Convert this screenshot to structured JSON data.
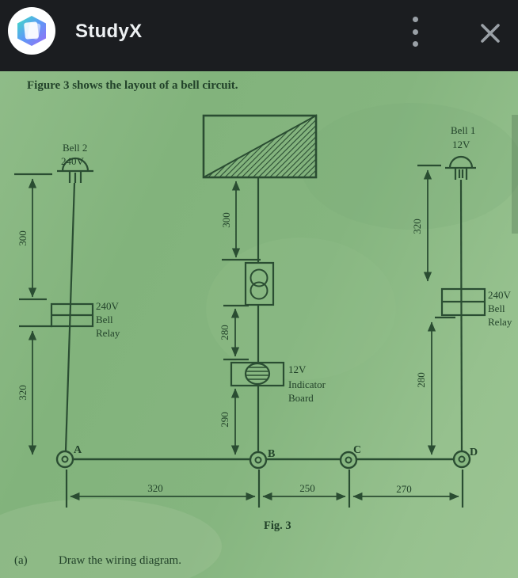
{
  "header": {
    "app_title": "StudyX",
    "bg_color": "#1b1d20",
    "icon_color": "#9aa0a6",
    "logo_gradient": [
      "#3fe0c0",
      "#5b9bf6",
      "#9c6bf6"
    ]
  },
  "figure": {
    "intro": "Figure 3 shows the layout of a bell circuit.",
    "caption": "Fig. 3",
    "paper_color": "#87b781",
    "ink_color": "#2c4e33",
    "components": {
      "bell2": {
        "name": "Bell 2",
        "voltage": "240V"
      },
      "bell1": {
        "name": "Bell 1",
        "voltage": "12V"
      },
      "relay_left": {
        "l1": "240V",
        "l2": "Bell",
        "l3": "Relay"
      },
      "relay_right": {
        "l1": "240V",
        "l2": "Bell",
        "l3": "Relay"
      },
      "indicator": {
        "l1": "12V",
        "l2": "Indicator",
        "l3": "Board"
      }
    },
    "points": {
      "a": "A",
      "b": "B",
      "c": "C",
      "d": "D"
    },
    "dims": {
      "left_upper": "300",
      "left_lower": "320",
      "center_upper": "300",
      "center_mid": "280",
      "center_lower": "290",
      "right_upper": "320",
      "right_lower": "280",
      "span_ab": "320",
      "span_bc": "250",
      "span_cd": "270"
    }
  },
  "question": {
    "part_label": "(a)",
    "text": "Draw the wiring diagram."
  }
}
